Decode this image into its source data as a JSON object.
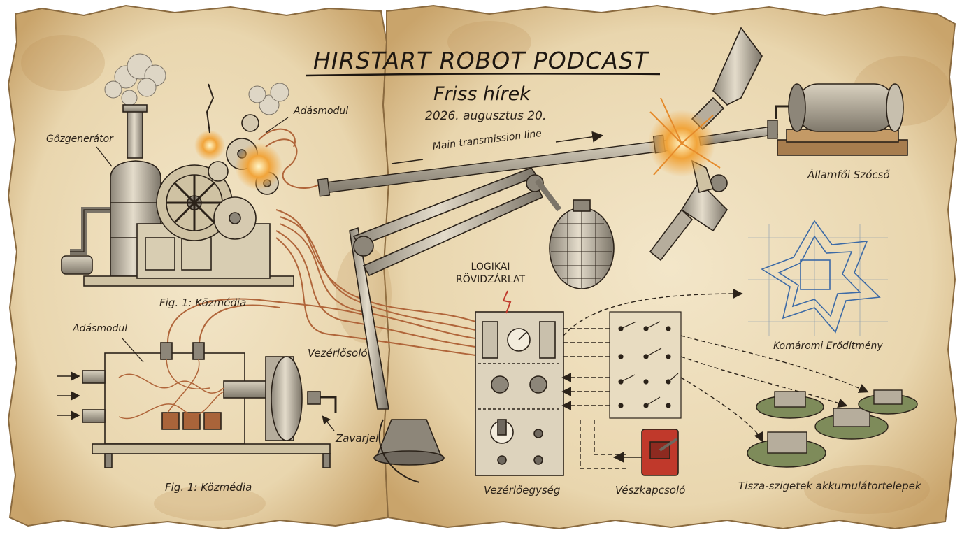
{
  "header": {
    "title": "HIRSTART ROBOT PODCAST",
    "subtitle": "Friss hírek",
    "date": "2026. augusztus 20."
  },
  "labels": {
    "steam_generator": "Gőzgenerátor",
    "broadcast_module_top": "Adásmodul",
    "fig_top": "Fig. 1: Közmédia",
    "transmission_line": "Main transmission line",
    "state_mouthpiece": "Államfői Szócső",
    "logic_short": "LOGIKAI\nRÖVIDZÁRLAT",
    "komarom_fortress": "Komáromi Erődítmény",
    "broadcast_module_bottom": "Adásmodul",
    "control_valve": "Vezérlősoló",
    "interference": "Zavarjel",
    "fig_bottom": "Fig. 1: Közmédia",
    "control_unit": "Vezérlőegység",
    "emergency_switch": "Vészkapcsoló",
    "tisza_batteries": "Tisza-szigetek akkumulátortelepek"
  },
  "colors": {
    "paper": "#efe0c2",
    "paper_edge": "#8a6a3f",
    "ink": "#2b2219",
    "copper": "#b0653a",
    "spark": "#e58a2a",
    "fortress_blue": "#3c6aa6",
    "switch_red": "#c0392b",
    "island_green": "#7e8b5a"
  }
}
